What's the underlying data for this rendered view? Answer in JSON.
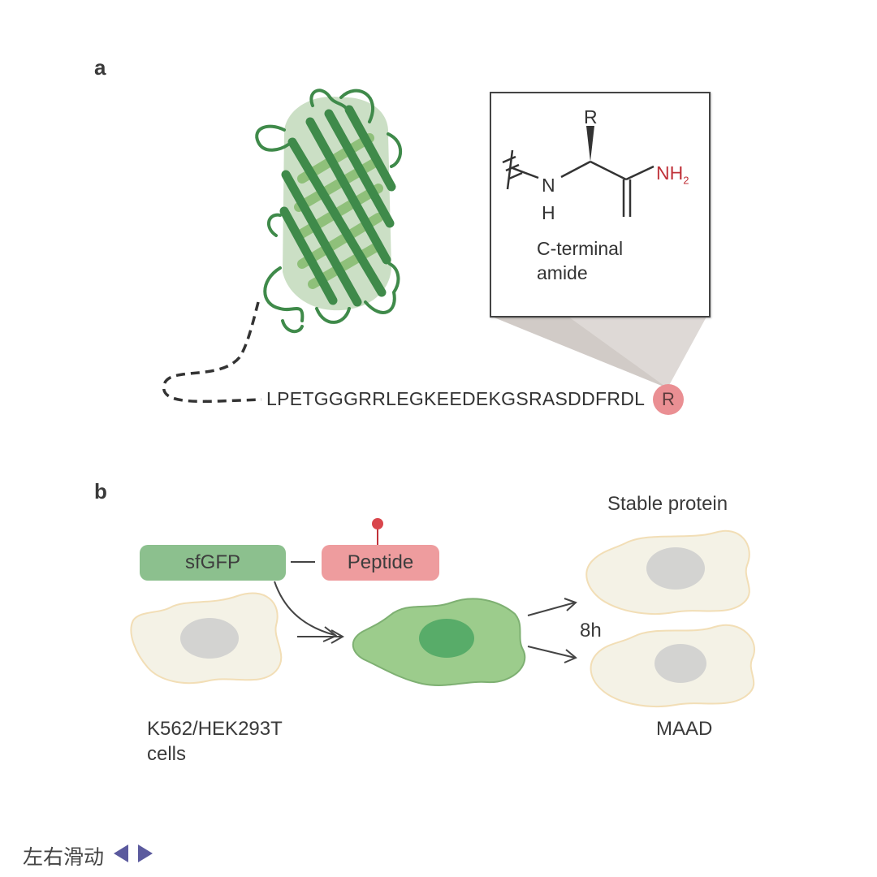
{
  "panel_a": {
    "label": "a",
    "inset": {
      "r_group": "R",
      "n_label": "N",
      "h_label": "H",
      "nh2_label": "NH",
      "nh2_sub": "2",
      "caption_line1": "C-terminal",
      "caption_line2": "amide"
    },
    "sequence": "LPETGGGRRLEGKEEDEKGSRASDDFRDL",
    "terminal_residue": "R"
  },
  "panel_b": {
    "label": "b",
    "sfgfp_label": "sfGFP",
    "peptide_label": "Peptide",
    "cells_label_line1": "K562/HEK293T",
    "cells_label_line2": "cells",
    "stable_label": "Stable protein",
    "time_label": "8h",
    "maad_label": "MAAD"
  },
  "footer": {
    "swipe_label": "左右滑动"
  },
  "colors": {
    "gfp_dark": "#3f8a4a",
    "gfp_light": "#8fc07a",
    "peptide_pink": "#ee9c9e",
    "amide_red": "#c0323a",
    "cell_fill": "#f4f2e6",
    "nucleus_gray": "#d3d3d1",
    "nav_arrow": "#5b5a9e"
  }
}
